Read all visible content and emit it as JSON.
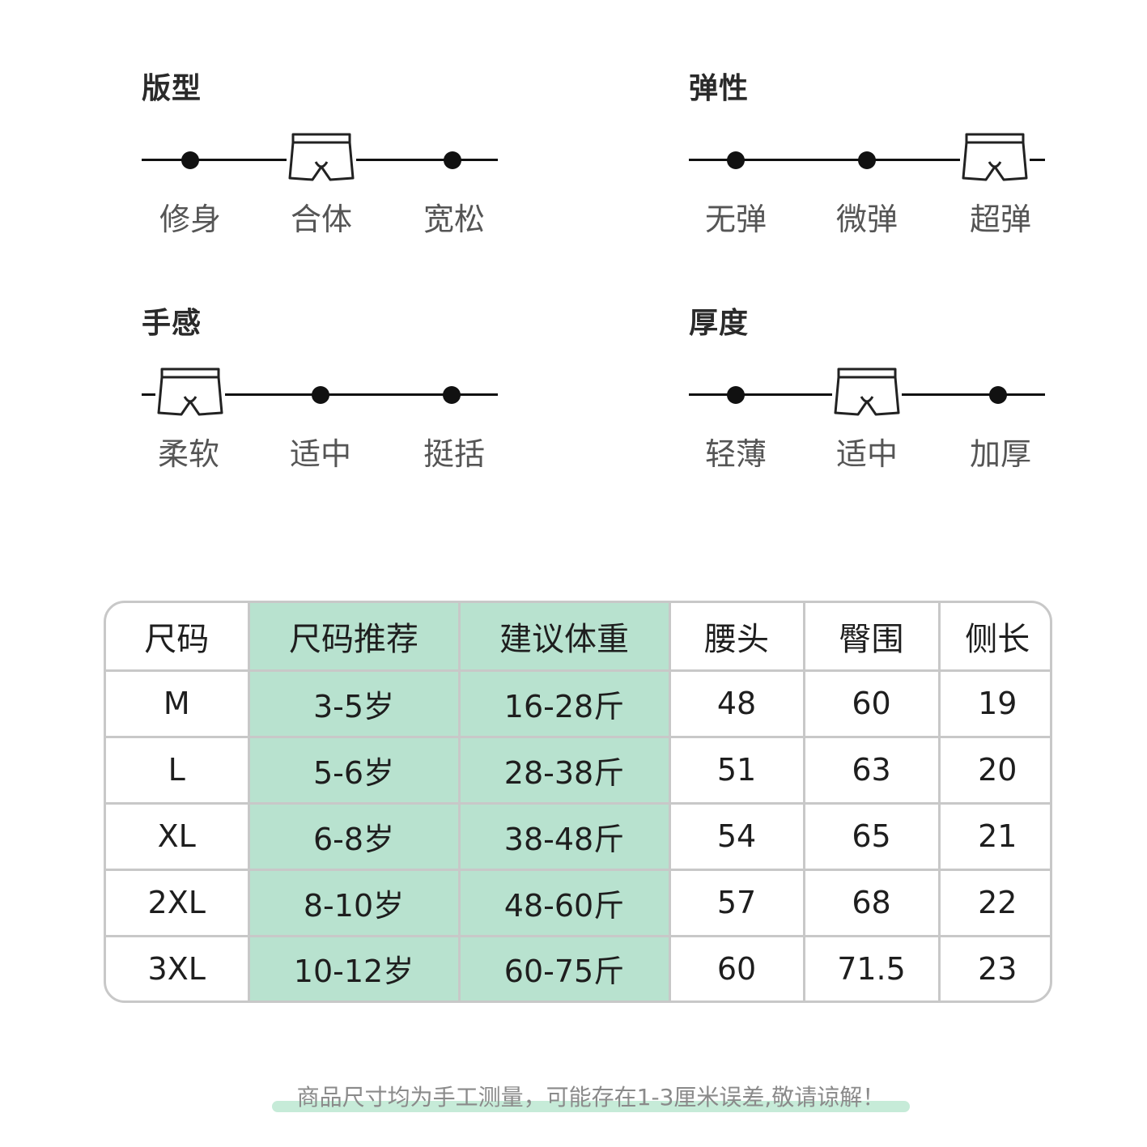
{
  "attributes": [
    {
      "title": "版型",
      "options": [
        "修身",
        "合体",
        "宽松"
      ],
      "selected_index": 1
    },
    {
      "title": "弹性",
      "options": [
        "无弹",
        "微弹",
        "超弹"
      ],
      "selected_index": 2
    },
    {
      "title": "手感",
      "options": [
        "柔软",
        "适中",
        "挺括"
      ],
      "selected_index": 0
    },
    {
      "title": "厚度",
      "options": [
        "轻薄",
        "适中",
        "加厚"
      ],
      "selected_index": 1
    }
  ],
  "size_table": {
    "headers": [
      "尺码",
      "尺码推荐",
      "建议体重",
      "腰头",
      "臀围",
      "侧长"
    ],
    "rows": [
      [
        "M",
        "3-5岁",
        "16-28斤",
        "48",
        "60",
        "19"
      ],
      [
        "L",
        "5-6岁",
        "28-38斤",
        "51",
        "63",
        "20"
      ],
      [
        "XL",
        "6-8岁",
        "38-48斤",
        "54",
        "65",
        "21"
      ],
      [
        "2XL",
        "8-10岁",
        "48-60斤",
        "57",
        "68",
        "22"
      ],
      [
        "3XL",
        "10-12岁",
        "60-75斤",
        "60",
        "71.5",
        "23"
      ]
    ],
    "highlight_color": "#b8e2cf",
    "border_color": "#c8c8c8"
  },
  "note": "商品尺寸均为手工测量，可能存在1-3厘米误差,敬请谅解！",
  "note_highlight_color": "#c6ebd8",
  "marker_icon": "underwear-icon"
}
